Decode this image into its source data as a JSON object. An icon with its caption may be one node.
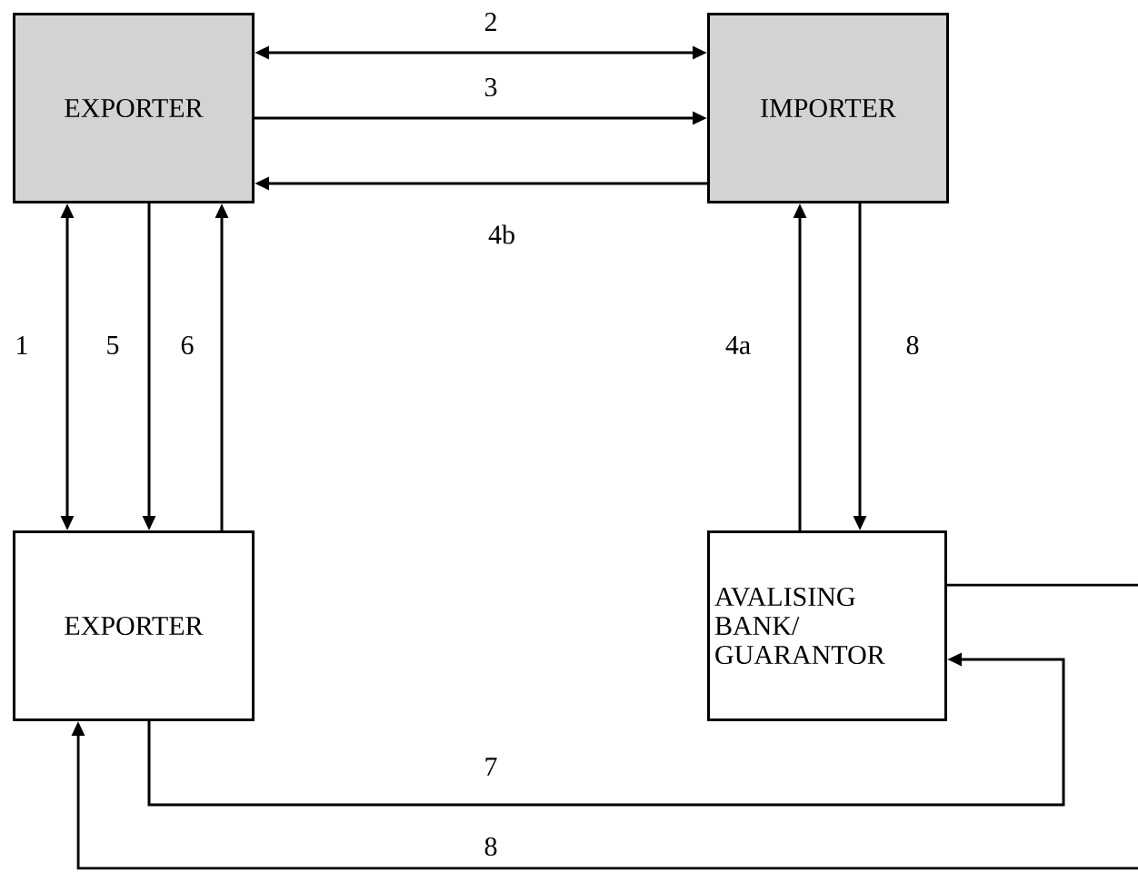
{
  "diagram": {
    "nodes": [
      {
        "text": [
          "EXPORTER"
        ]
      },
      {
        "text": [
          "IMPORTER"
        ]
      },
      {
        "text": [
          "EXPORTER"
        ]
      },
      {
        "text": [
          "AVALISING BANK/ GUARANTOR"
        ]
      }
    ],
    "edges": [
      {
        "from": 0,
        "to": 1,
        "arrow": "both",
        "label": "2"
      },
      {
        "from": 0,
        "to": 1,
        "arrow": "to",
        "label": "3"
      },
      {
        "from": 1,
        "to": 0,
        "arrow": "to",
        "label": "4b"
      },
      {
        "from": 0,
        "to": 2,
        "arrow": "both",
        "label": "1"
      },
      {
        "from": 0,
        "to": 2,
        "arrow": "to",
        "label": "5"
      },
      {
        "from": 2,
        "to": 0,
        "arrow": "to",
        "label": "6"
      },
      {
        "from": 3,
        "to": 1,
        "arrow": "to",
        "label": "4a"
      },
      {
        "from": 1,
        "to": 3,
        "arrow": "to",
        "label": "8"
      },
      {
        "from": 2,
        "to": 3,
        "arrow": "to",
        "label": "7"
      },
      {
        "from": 3,
        "to": 2,
        "arrow": "to",
        "label": "8"
      }
    ]
  }
}
